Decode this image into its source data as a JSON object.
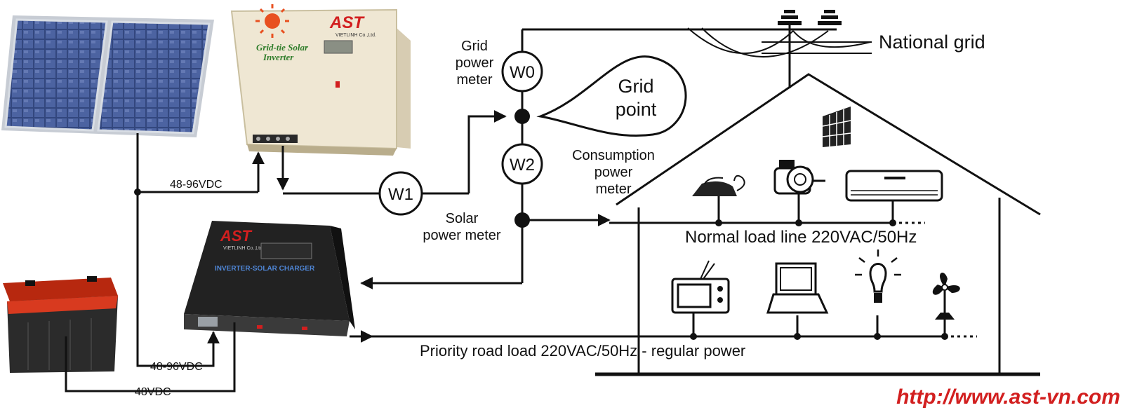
{
  "meters": {
    "w0": "W0",
    "w1": "W1",
    "w2": "W2"
  },
  "labels": {
    "grid_power_meter": [
      "Grid",
      "power",
      "meter"
    ],
    "grid_point": [
      "Grid",
      "point"
    ],
    "consumption_meter": [
      "Consumption",
      "power",
      "meter"
    ],
    "solar_meter": [
      "Solar",
      "power meter"
    ],
    "national_grid": "National grid",
    "normal_load": "Normal load line 220VAC/50Hz",
    "priority_load": "Priority road load 220VAC/50Hz - regular power",
    "vdc_top": "48-96VDC",
    "vdc_bottom": "48-96VDC",
    "vdc_battery": "48VDC",
    "url": "http://www.ast-vn.com"
  },
  "devices": {
    "inverter_brand": "AST",
    "inverter_sub": "VIETLINH Co.,Ltd.",
    "inverter_title": [
      "Grid-tie Solar",
      "Inverter"
    ],
    "charger_brand": "AST",
    "charger_sub": "VIETLINH Co.,Ltd.",
    "charger_title": "INVERTER-SOLAR CHARGER"
  },
  "colors": {
    "line": "#111111",
    "url": "#d21f1f",
    "panel": "#3b4f86",
    "inverter_body": "#efe7d3",
    "charger_body": "#1c1c1c",
    "battery_top": "#d83a1f",
    "battery_body": "#2b2b2b"
  }
}
